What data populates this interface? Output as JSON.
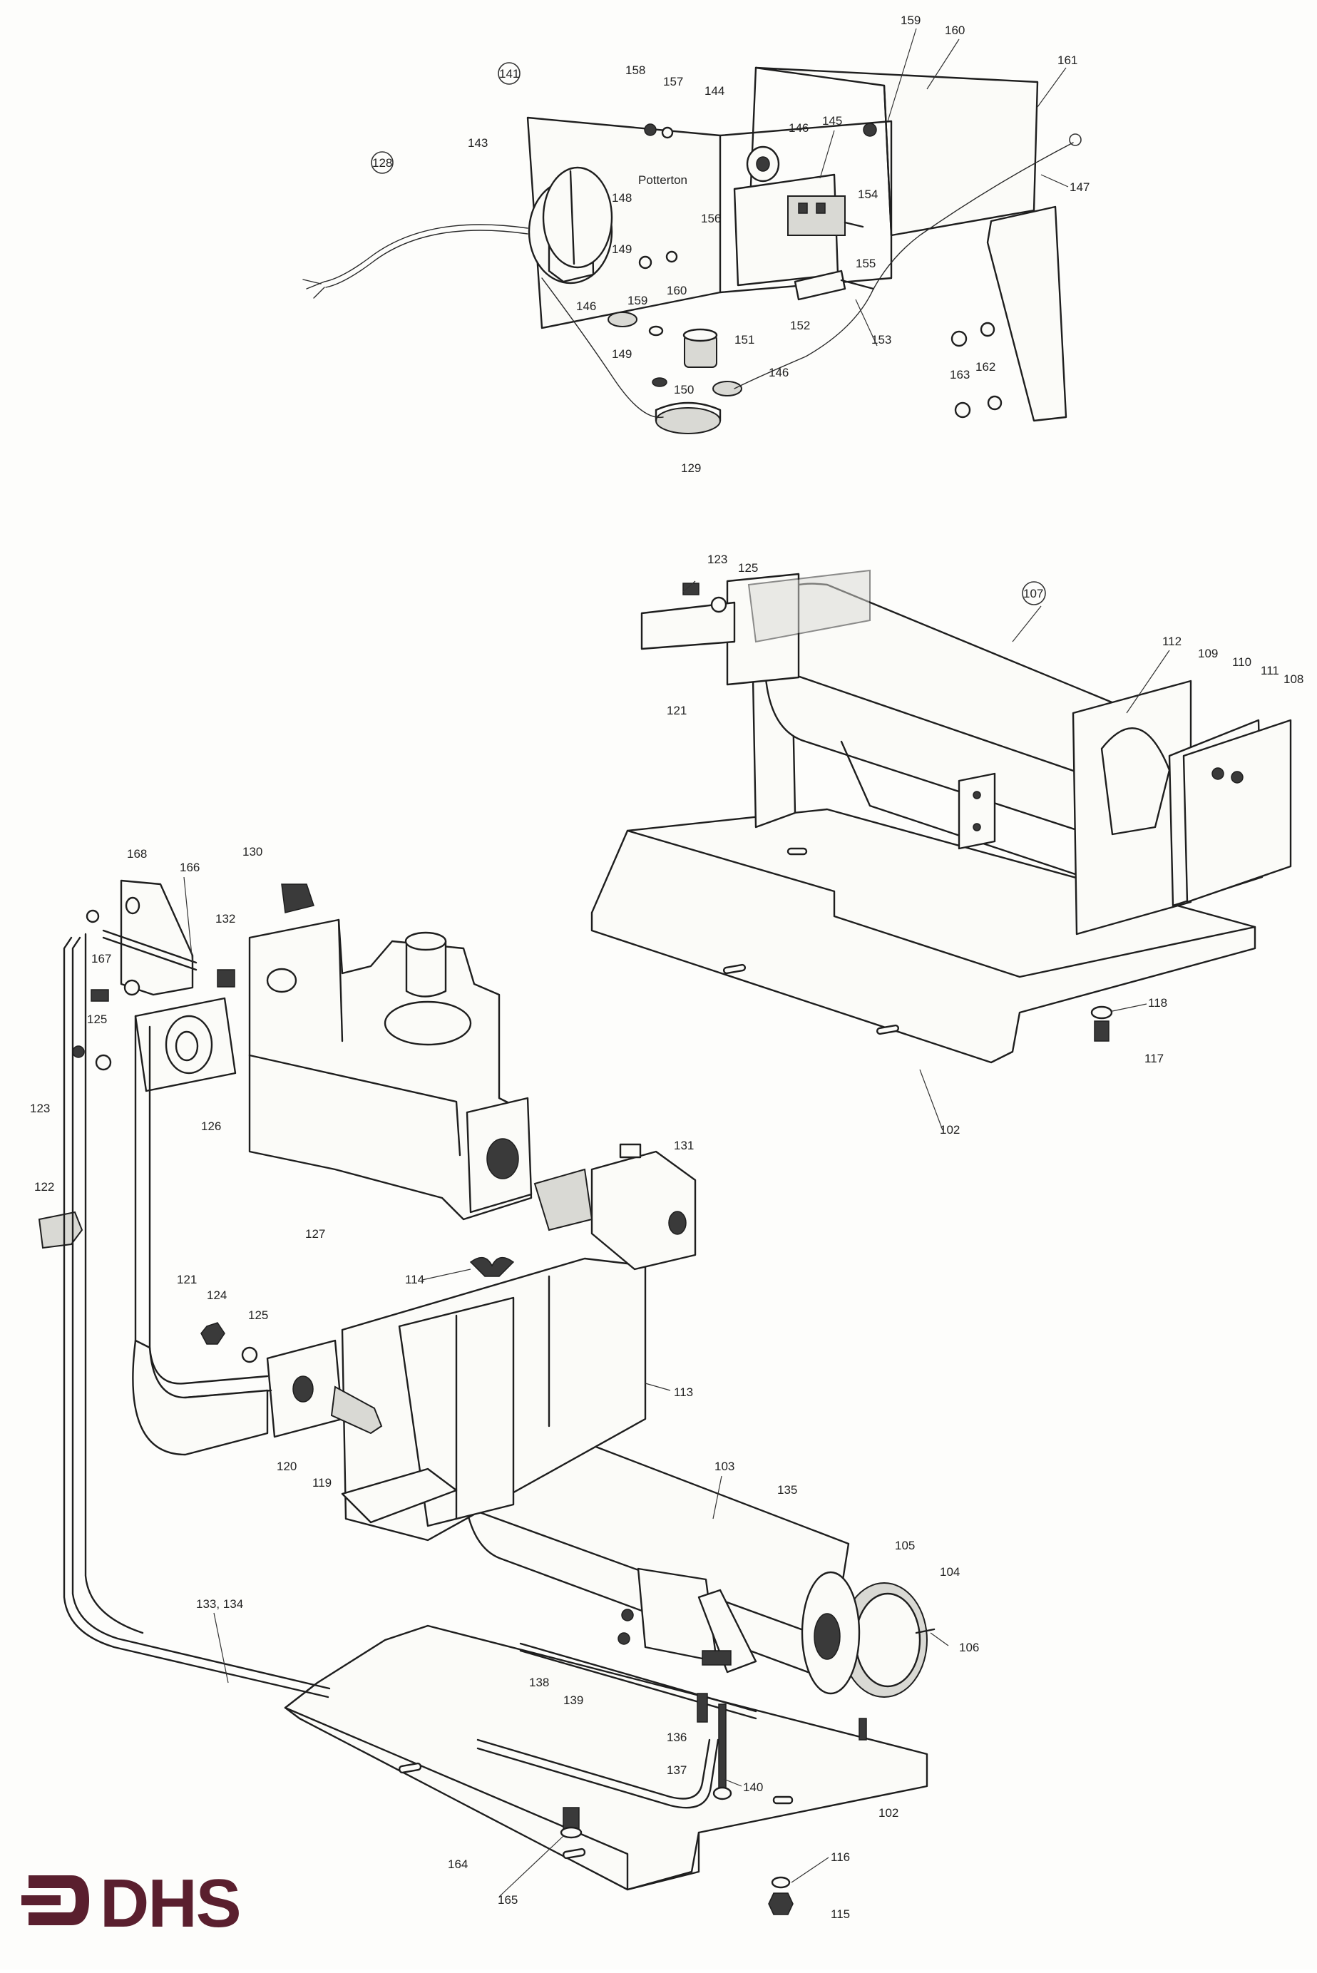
{
  "brand": {
    "logo_text": "DHS",
    "logo_color": "#5a1f2e"
  },
  "panel_brand_text": "Potterton",
  "part_labels": {
    "p128": "128",
    "p141": "141",
    "p143": "143",
    "p158": "158",
    "p157": "157",
    "p144": "144",
    "p159a": "159",
    "p160a": "160",
    "p161": "161",
    "p146a": "146",
    "p145": "145",
    "p147": "147",
    "p154": "154",
    "p148": "148",
    "p156": "156",
    "p149a": "149",
    "p159b": "159",
    "p160b": "160",
    "p155": "155",
    "p146b": "146",
    "p152": "152",
    "p153": "153",
    "p149b": "149",
    "p151": "151",
    "p146c": "146",
    "p162": "162",
    "p163": "163",
    "p150": "150",
    "p129": "129",
    "p123a": "123",
    "p125a": "125",
    "p107": "107",
    "p121a": "121",
    "p112": "112",
    "p109": "109",
    "p110": "110",
    "p111": "111",
    "p108": "108",
    "p118": "118",
    "p117": "117",
    "p102a": "102",
    "p168": "168",
    "p166": "166",
    "p130": "130",
    "p132": "132",
    "p167": "167",
    "p125b": "125",
    "p123b": "123",
    "p126": "126",
    "p127": "127",
    "p131": "131",
    "p122": "122",
    "p114": "114",
    "p121b": "121",
    "p124": "124",
    "p125c": "125",
    "p113": "113",
    "p120": "120",
    "p119": "119",
    "p103": "103",
    "p135": "135",
    "p105": "105",
    "p104": "104",
    "p106": "106",
    "p133_134": "133, 134",
    "p138": "138",
    "p139": "139",
    "p136": "136",
    "p137": "137",
    "p140": "140",
    "p102b": "102",
    "p164": "164",
    "p116": "116",
    "p165": "165",
    "p115": "115"
  }
}
